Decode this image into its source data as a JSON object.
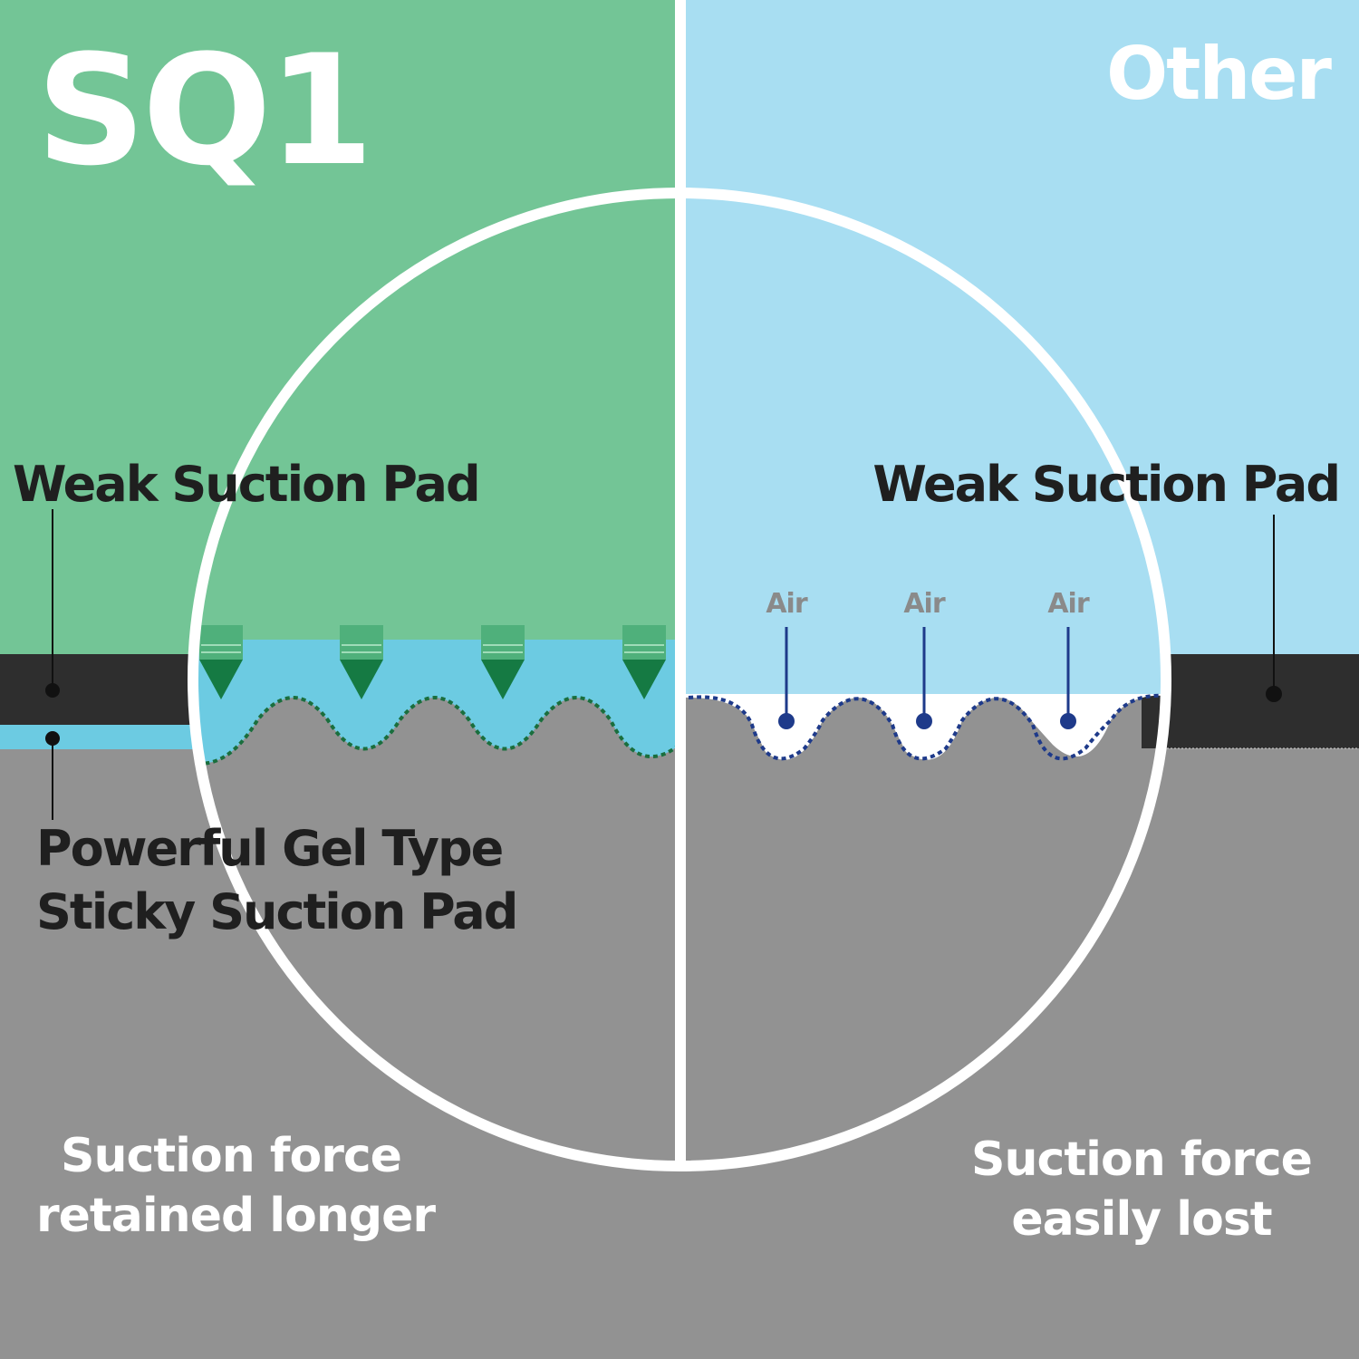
{
  "left": {
    "brand": "SQ1",
    "top_label": "Weak Suction Pad",
    "bottom_label_line1": "Powerful Gel Type",
    "bottom_label_line2": "Sticky Suction Pad",
    "result_line1": "Suction force",
    "result_line2": "retained longer"
  },
  "right": {
    "brand": "Other",
    "top_label": "Weak Suction Pad",
    "air_labels": [
      "Air",
      "Air",
      "Air"
    ],
    "result_line1": "Suction force",
    "result_line2": "easily lost"
  },
  "colors": {
    "green": "#73c596",
    "light_blue": "#a8def2",
    "gel_blue": "#6ccbe2",
    "surface_gray": "#929292",
    "pad_black": "#2e2e2e",
    "spike_green": "#157a43",
    "dotted_green": "#1a6e3d",
    "dotted_navy": "#1e3a8a",
    "white": "#ffffff"
  }
}
